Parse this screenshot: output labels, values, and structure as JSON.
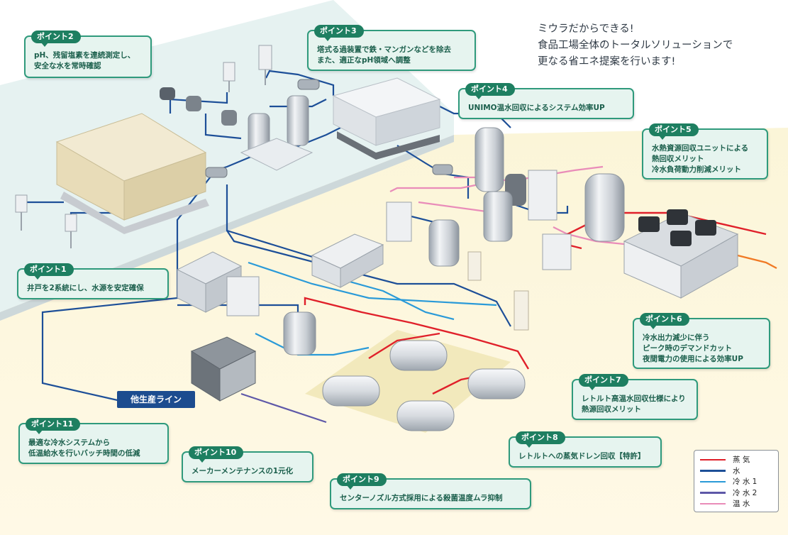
{
  "headline": {
    "lines": [
      "ミウラだからできる!",
      "食品工場全体のトータルソリューションで",
      "更なる省エネ提案を行います!"
    ]
  },
  "callouts": [
    {
      "badge": "ポイント1",
      "lines": [
        "井戸を2系統にし、水源を安定確保"
      ]
    },
    {
      "badge": "ポイント2",
      "lines": [
        "pH、残留塩素を連続測定し、",
        "安全な水を常時確認"
      ]
    },
    {
      "badge": "ポイント3",
      "lines": [
        "塔式る過装置で鉄・マンガンなどを除去",
        "また、適正なpH領域へ調整"
      ]
    },
    {
      "badge": "ポイント4",
      "lines": [
        "UNIMO温水回収によるシステム効率UP"
      ]
    },
    {
      "badge": "ポイント5",
      "lines": [
        "水熱資源回収ユニットによる",
        "熱回収メリット",
        "冷水負荷動力削減メリット"
      ]
    },
    {
      "badge": "ポイント6",
      "lines": [
        "冷水出力減少に伴う",
        "ピーク時のデマンドカット",
        "夜間電力の使用による効率UP"
      ]
    },
    {
      "badge": "ポイント7",
      "lines": [
        "レトルト高温水回収仕様により",
        "熱源回収メリット"
      ]
    },
    {
      "badge": "ポイント8",
      "lines": [
        "レトルトへの蒸気ドレン回収【特許】"
      ]
    },
    {
      "badge": "ポイント9",
      "lines": [
        "センターノズル方式採用による殺菌温度ムラ抑制"
      ]
    },
    {
      "badge": "ポイント10",
      "lines": [
        "メーカーメンテナンスの1元化"
      ]
    },
    {
      "badge": "ポイント11",
      "lines": [
        "最適な冷水システムから",
        "低温給水を行いバッチ時間の低減"
      ]
    }
  ],
  "other_line_label": "他生産ライン",
  "legend": [
    {
      "label": "蒸 気",
      "color": "#e0202a"
    },
    {
      "label": "水",
      "color": "#1d4f98"
    },
    {
      "label": "冷 水 1",
      "color": "#2a9ad8"
    },
    {
      "label": "冷 水 2",
      "color": "#5e58a8"
    },
    {
      "label": "温 水",
      "color": "#e98cb9"
    }
  ]
}
